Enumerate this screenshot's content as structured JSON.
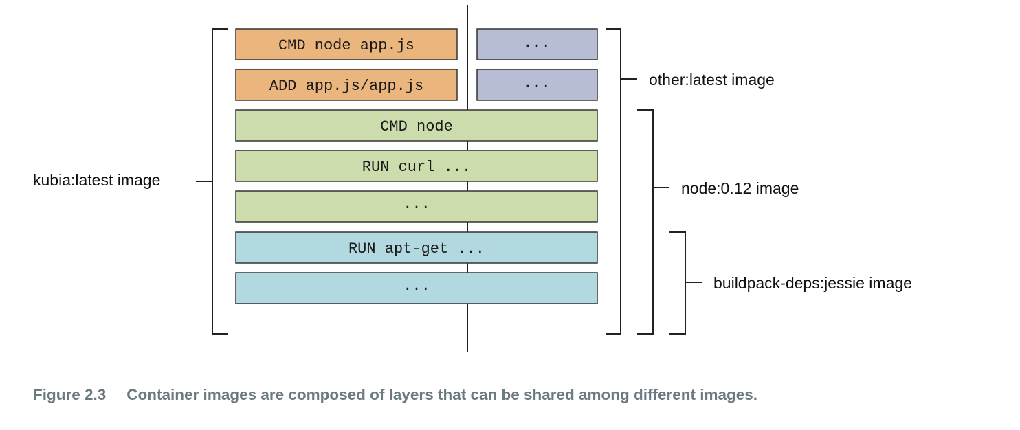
{
  "layers": {
    "cmd_node_appjs": "CMD node app.js",
    "add_appjs": "ADD app.js/app.js",
    "other_top": "...",
    "other_second": "...",
    "cmd_node": "CMD node",
    "run_curl": "RUN curl ...",
    "node_ellipsis": "...",
    "run_apt_get": "RUN apt-get ...",
    "buildpack_ellipsis": "..."
  },
  "labels": {
    "kubia": "kubia:latest image",
    "other": "other:latest image",
    "node": "node:0.12 image",
    "buildpack": "buildpack-deps:jessie image"
  },
  "caption": {
    "number": "Figure 2.3",
    "text": "Container images are composed of layers that can be shared among different images."
  },
  "colors": {
    "kubia_layers": "#ebb67e",
    "other_layers": "#b8bdd6",
    "node_layers": "#cddcac",
    "buildpack_layers": "#b3d9e0",
    "caption": "#6b7a80"
  }
}
